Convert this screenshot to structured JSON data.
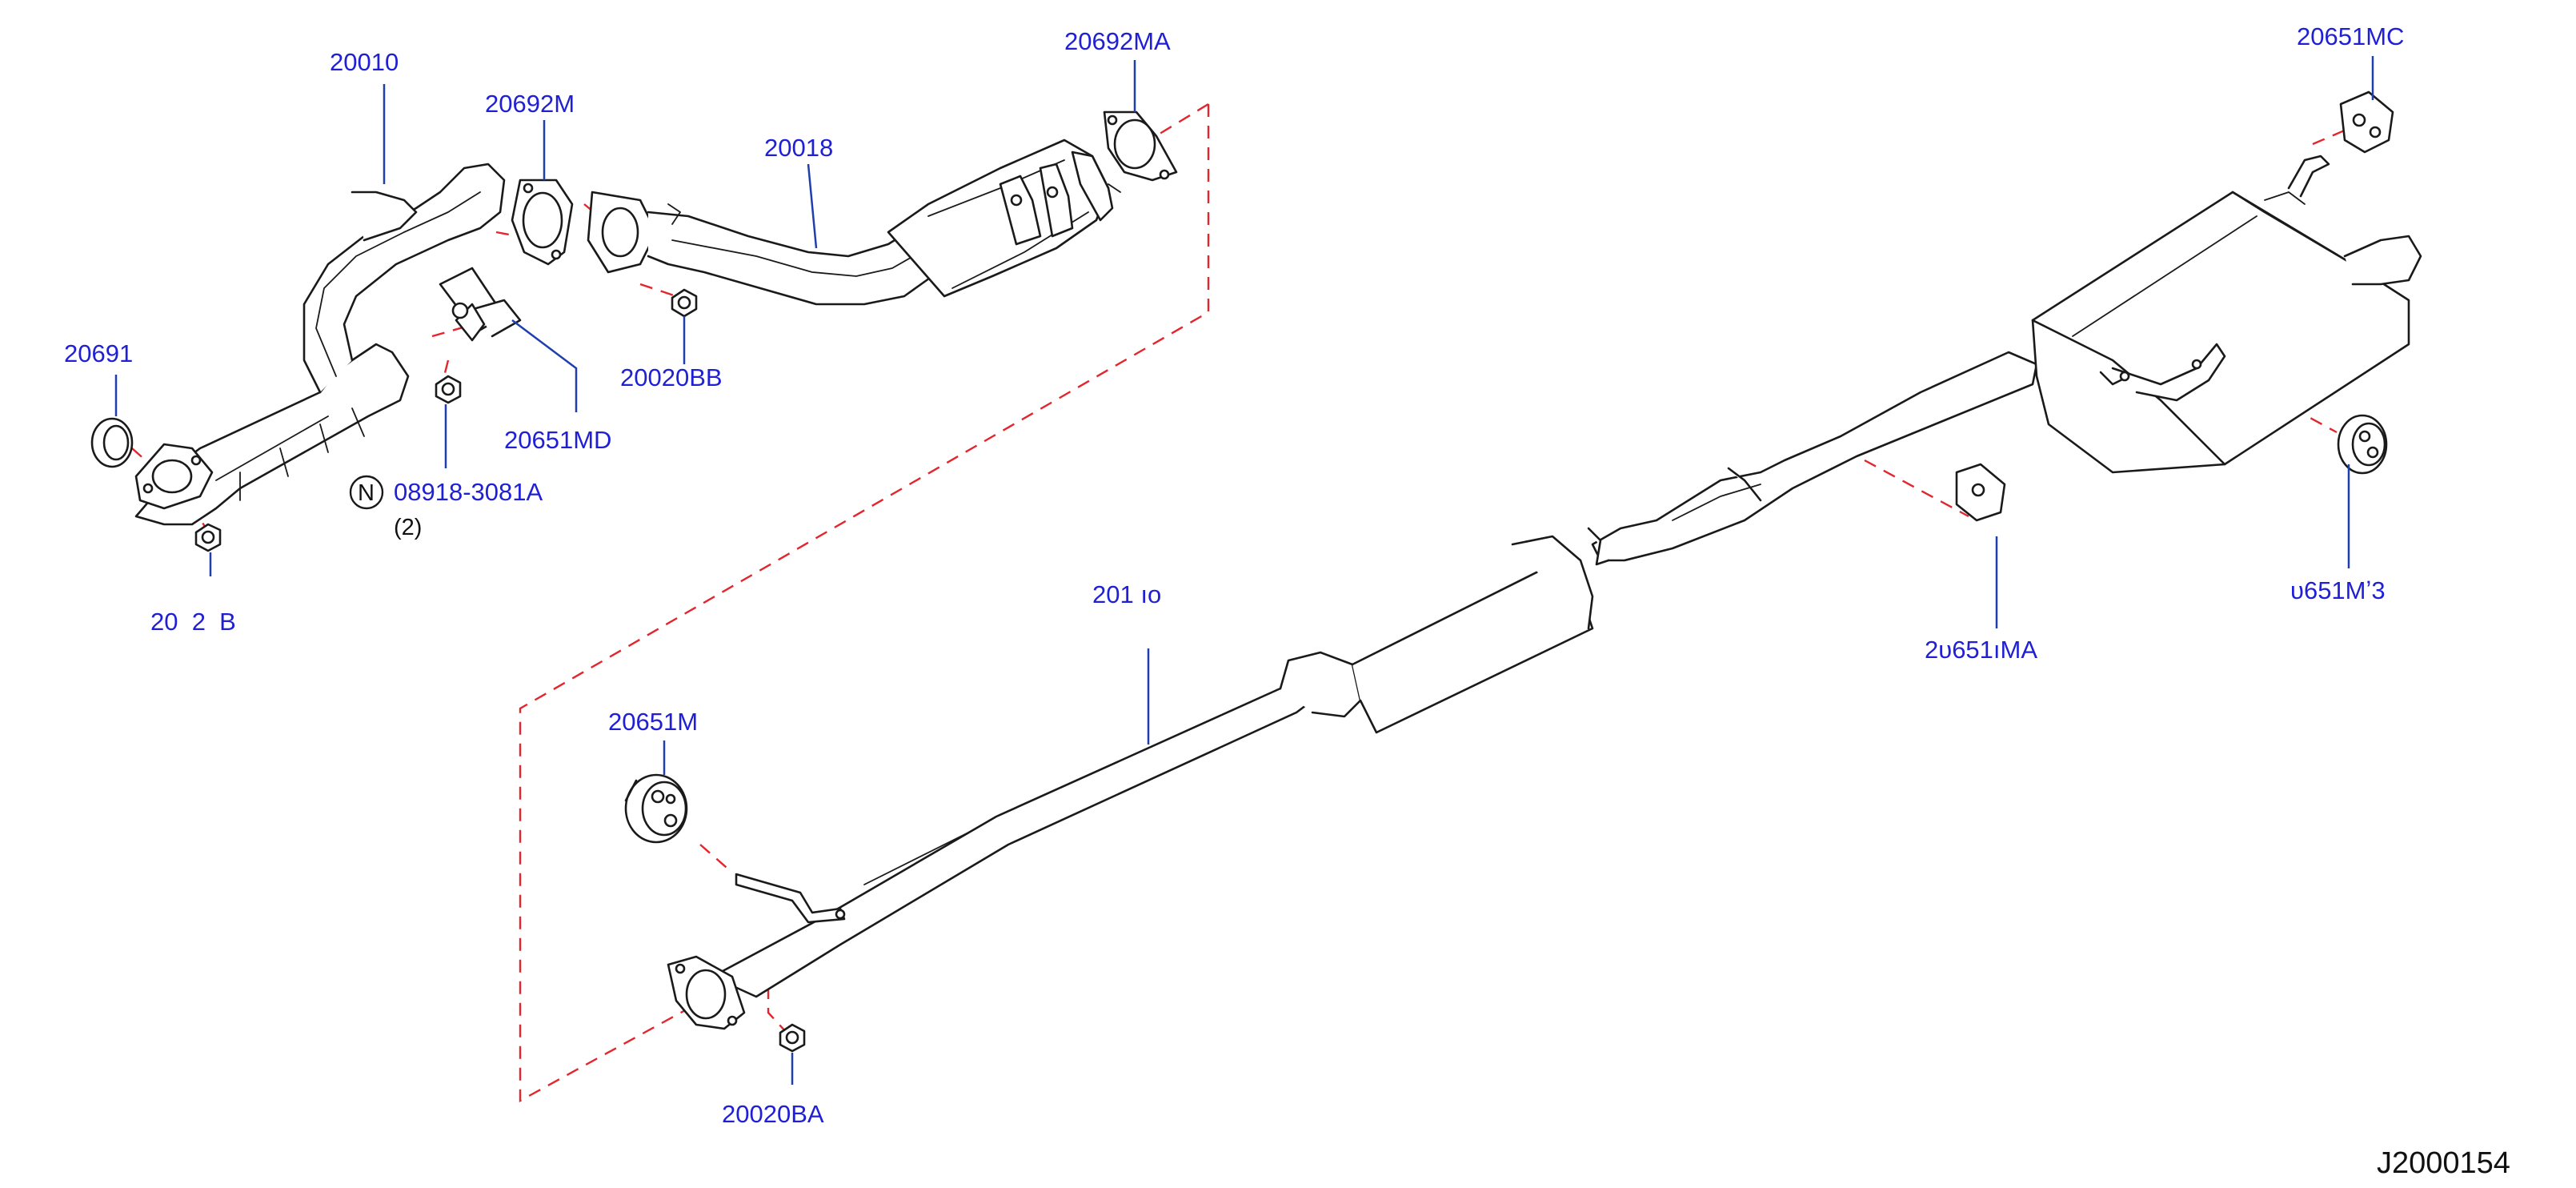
{
  "diagram": {
    "drawing_code": "J2000154",
    "labels": {
      "p20010": "20010",
      "p20692m": "20692M",
      "p20018": "20018",
      "p20692ma": "20692MA",
      "p20651mc": "20651MC",
      "p20691": "20691",
      "p20020bb": "20020BB",
      "p20651md": "20651MD",
      "p08918": "08918-3081A",
      "p08918_n": "N",
      "p08918_qty": "(2)",
      "p2020b": "20  2  B",
      "p20100": "201 ıo",
      "p20651m3": "υ651Mʼ3",
      "p20651ma": "2υ651ıMA",
      "p20651m": "20651M",
      "p20020ba": "20020BA"
    }
  }
}
